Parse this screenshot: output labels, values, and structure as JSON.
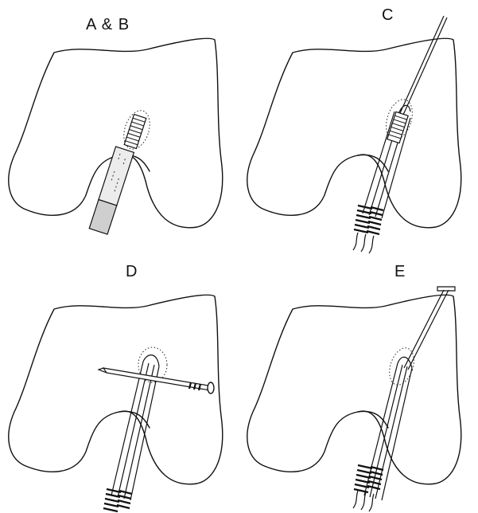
{
  "panels": {
    "ab": {
      "label": "A & B"
    },
    "c": {
      "label": "C"
    },
    "d": {
      "label": "D"
    },
    "e": {
      "label": "E"
    }
  }
}
